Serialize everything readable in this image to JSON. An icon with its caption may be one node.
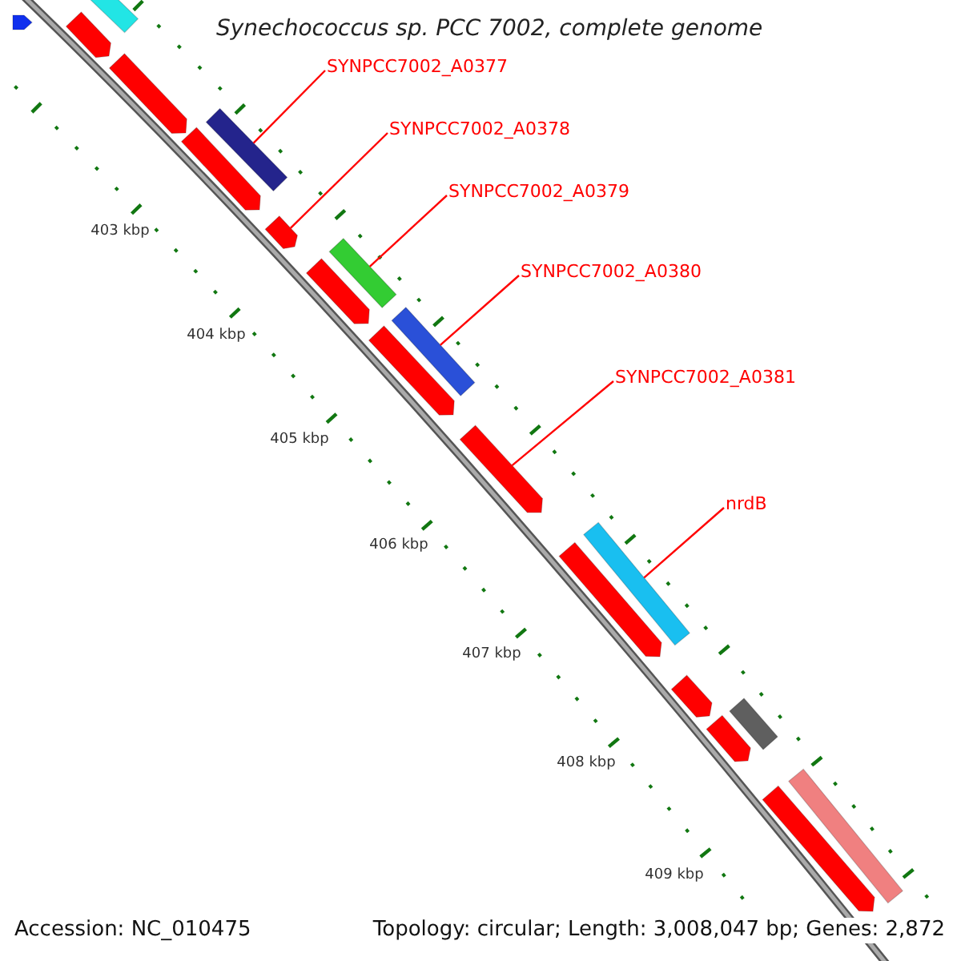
{
  "diagram": {
    "title": "Synechococcus sp. PCC 7002, complete genome",
    "nodes": [
      {
        "text": [
          "SYNPCC7002_A0377"
        ]
      },
      {
        "text": [
          "SYNPCC7002_A0378"
        ]
      },
      {
        "text": [
          "SYNPCC7002_A0379"
        ]
      },
      {
        "text": [
          "SYNPCC7002_A0380"
        ]
      },
      {
        "text": [
          "SYNPCC7002_A0381"
        ]
      },
      {
        "text": [
          "nrdB"
        ]
      },
      {
        "text": [],
        "shape": "bar"
      },
      {
        "text": [],
        "shape": "bar"
      },
      {
        "text": [],
        "shape": "bar"
      },
      {
        "text": [],
        "shape": "bar"
      },
      {
        "text": [],
        "shape": "bar"
      },
      {
        "text": [],
        "shape": "bar"
      },
      {
        "text": [],
        "shape": "bar"
      },
      {
        "text": [],
        "shape": "bar"
      },
      {
        "text": [],
        "shape": "bar"
      },
      {
        "text": [],
        "shape": "bar"
      },
      {
        "text": [],
        "shape": "bar"
      },
      {
        "text": [],
        "shape": "bar"
      },
      {
        "text": [],
        "shape": "bar"
      },
      {
        "text": [],
        "shape": "bar"
      },
      {
        "text": [],
        "shape": "bar"
      },
      {
        "text": [],
        "shape": "bar"
      },
      {
        "text": [],
        "shape": "bar"
      },
      {
        "text": [],
        "shape": "bar"
      },
      {
        "text": [],
        "shape": "bar"
      }
    ],
    "edges": [
      {
        "from": 0,
        "to": 11,
        "arrow": "none"
      },
      {
        "from": 1,
        "to": 12,
        "arrow": "none"
      },
      {
        "from": 2,
        "to": 13,
        "arrow": "none"
      },
      {
        "from": 3,
        "to": 15,
        "arrow": "none"
      },
      {
        "from": 4,
        "to": 17,
        "arrow": "none"
      },
      {
        "from": 5,
        "to": 18,
        "arrow": "none"
      }
    ],
    "labels": [
      "403 kbp",
      "404 kbp",
      "405 kbp",
      "406 kbp",
      "407 kbp",
      "408 kbp",
      "409 kbp",
      "Accession: NC_010475",
      "Topology: circular; Length: 3,008,047 bp; Genes: 2,872"
    ]
  }
}
